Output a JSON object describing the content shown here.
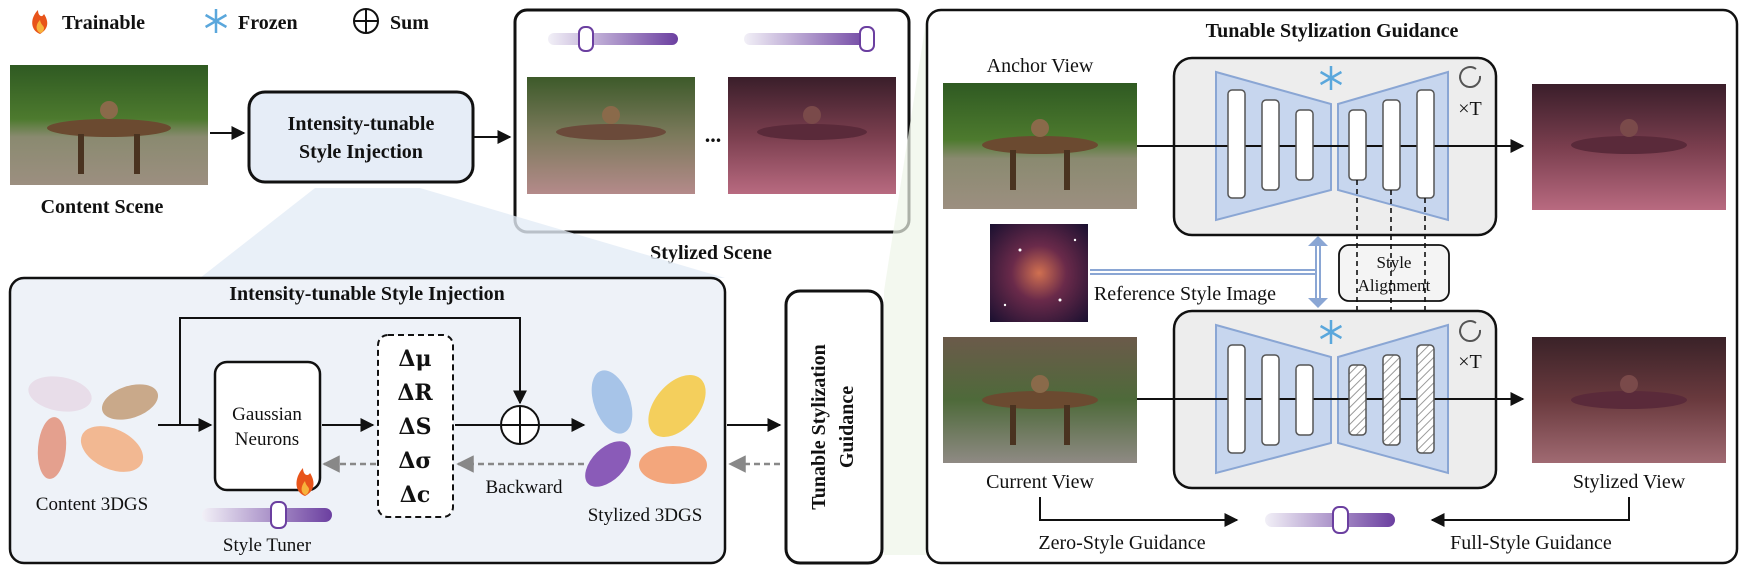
{
  "legend": {
    "trainable": "Trainable",
    "frozen": "Frozen",
    "sum": "Sum",
    "trainable_icon": "fire-icon",
    "frozen_icon": "snowflake-icon",
    "sum_icon": "circled-plus-icon"
  },
  "top": {
    "content_scene": "Content Scene",
    "injection_box": [
      "Intensity-tunable",
      "Style Injection"
    ],
    "ellipsis": "...",
    "stylized_scene": "Stylized Scene"
  },
  "injection_panel": {
    "title": "Intensity-tunable Style Injection",
    "neurons": [
      "Gaussian",
      "Neurons"
    ],
    "deltas": [
      "Δμ",
      "ΔR",
      "ΔS",
      "Δσ",
      "Δc"
    ],
    "content_3dgs": "Content 3DGS",
    "stylized_3dgs": "Stylized 3DGS",
    "style_tuner": "Style Tuner",
    "backward": "Backward"
  },
  "guidance_box": [
    "Tunable Stylization",
    "Guidance"
  ],
  "guidance_panel": {
    "title": "Tunable Stylization Guidance",
    "anchor_view": "Anchor View",
    "current_view": "Current View",
    "stylized_view": "Stylized View",
    "reference_style_image": "Reference Style Image",
    "style_alignment": [
      "Style",
      "Alignment"
    ],
    "times_t": "×T",
    "zero_style": "Zero-Style Guidance",
    "full_style": "Full-Style Guidance"
  },
  "colors": {
    "panel_bg": "#eef2f8",
    "unet_fill": "#c7d6ee",
    "unet_stroke": "#8aa6d4",
    "slider_purple": "#6b3fa0",
    "ellipse_colors": [
      "#e8dde9",
      "#c9a98a",
      "#e4a08e",
      "#f2b892",
      "#a7c4e8",
      "#f4cf5c",
      "#8a5bb8",
      "#f3a67c"
    ]
  }
}
